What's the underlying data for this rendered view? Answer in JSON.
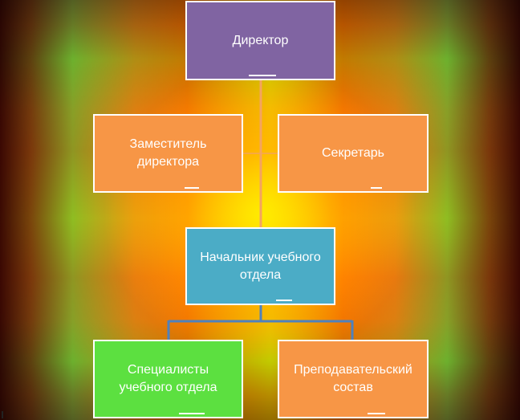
{
  "diagram": {
    "nodes": {
      "director": {
        "label": "Директор",
        "color": "#8064a2"
      },
      "deputy": {
        "label": "Заместитель директора",
        "color": "#f79646"
      },
      "secretary": {
        "label": "Секретарь",
        "color": "#f79646"
      },
      "head": {
        "label": "Начальник учебного отдела",
        "color": "#4bacc6"
      },
      "specialists": {
        "label": "Специалисты учебного отдела",
        "color": "#5ce040"
      },
      "teachers": {
        "label": "Преподавательский состав",
        "color": "#f79646"
      }
    },
    "connector_colors": {
      "director_to_head": "#f4a460",
      "head_to_bottom": "#4f81bd"
    }
  }
}
